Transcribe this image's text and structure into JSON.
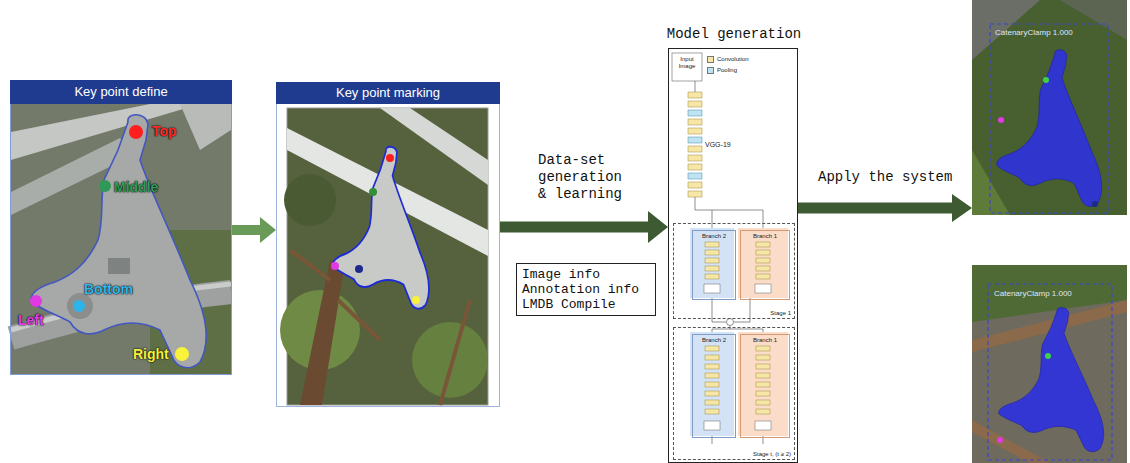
{
  "diagram": {
    "nodes": [
      {
        "text": [
          "Key point define"
        ]
      },
      {
        "text": [
          "Key point marking"
        ]
      },
      {
        "text": [
          "Image info Annotation info LMDB Compile"
        ]
      },
      {
        "text": [
          "Model generation"
        ]
      },
      {
        "text": [
          "Stage 1"
        ],
        "in": 3
      },
      {
        "text": [
          "Branch 2"
        ],
        "in": 4
      },
      {
        "text": [
          "Branch 1"
        ],
        "in": 4
      },
      {
        "text": [
          "Stage t, (t ≥ 2)"
        ],
        "in": 3
      },
      {
        "text": [
          "Branch 2"
        ],
        "in": 7
      },
      {
        "text": [
          "Branch 1"
        ],
        "in": 7
      },
      {
        "text": [
          "CatenaryClamp 1.000"
        ]
      },
      {
        "text": [
          "CatenaryClamp 1.000"
        ]
      }
    ],
    "edges": [
      {
        "from": 0,
        "to": 1,
        "arrow": "to"
      },
      {
        "from": 1,
        "to": 3,
        "arrow": "to",
        "label": "Data-set generation & learning"
      },
      {
        "from": 3,
        "to": 10,
        "arrow": "to",
        "label": "Apply the system"
      }
    ],
    "labels": [
      "Top",
      "Middle",
      "Bottom",
      "Left",
      "Right",
      "Input Image",
      "VGG-19"
    ],
    "legend": [
      {
        "text": "Convolution",
        "color": "#f6e7a6"
      },
      {
        "text": "Pooling",
        "color": "#bfe3f2"
      }
    ]
  }
}
